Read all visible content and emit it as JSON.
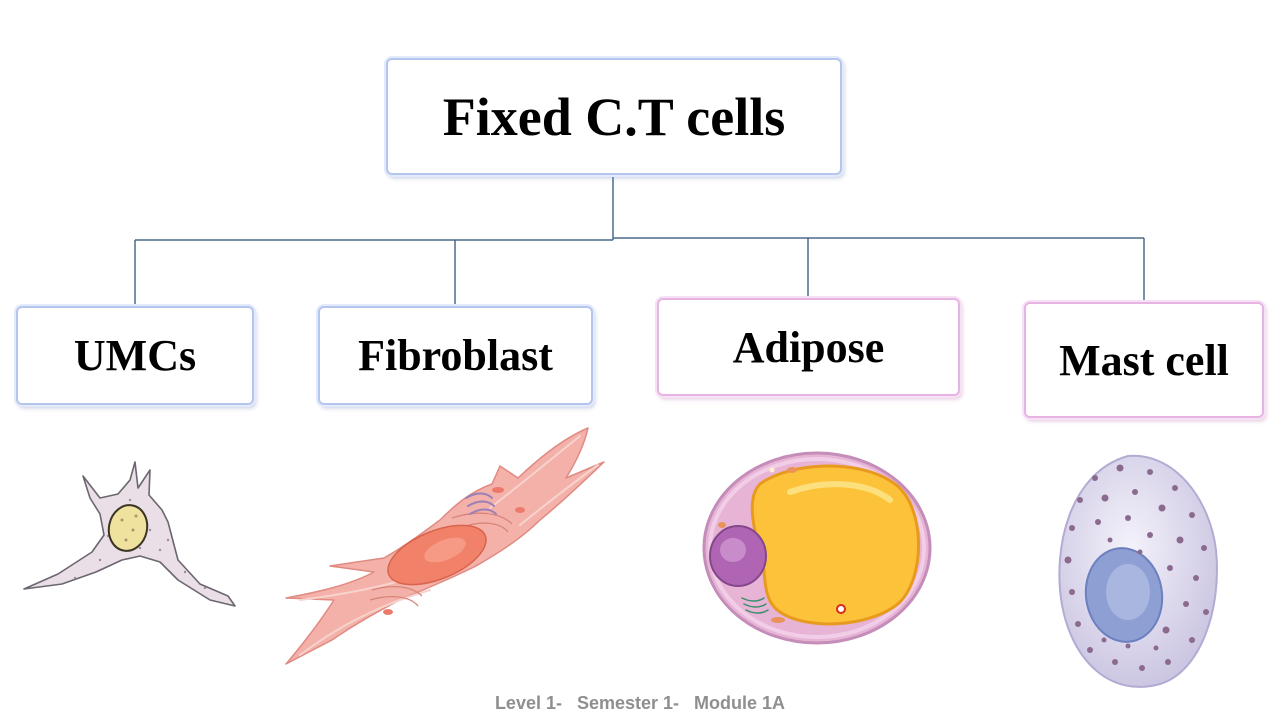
{
  "diagram": {
    "root": {
      "label": "Fixed C.T cells"
    },
    "children": [
      {
        "label": "UMCs"
      },
      {
        "label": "Fibroblast"
      },
      {
        "label": "Adipose"
      },
      {
        "label": "Mast cell"
      }
    ]
  },
  "footer": "Level 1-   Semester 1-   Module 1A",
  "colors": {
    "connector": "#4a6a8a",
    "blue_border": "#b4c6ee",
    "pink_border": "#e7b3e3",
    "footer_text": "#8f8f8f"
  },
  "icons": [
    "umc-cell-illustration",
    "fibroblast-cell-illustration",
    "adipose-cell-illustration",
    "mast-cell-illustration"
  ]
}
